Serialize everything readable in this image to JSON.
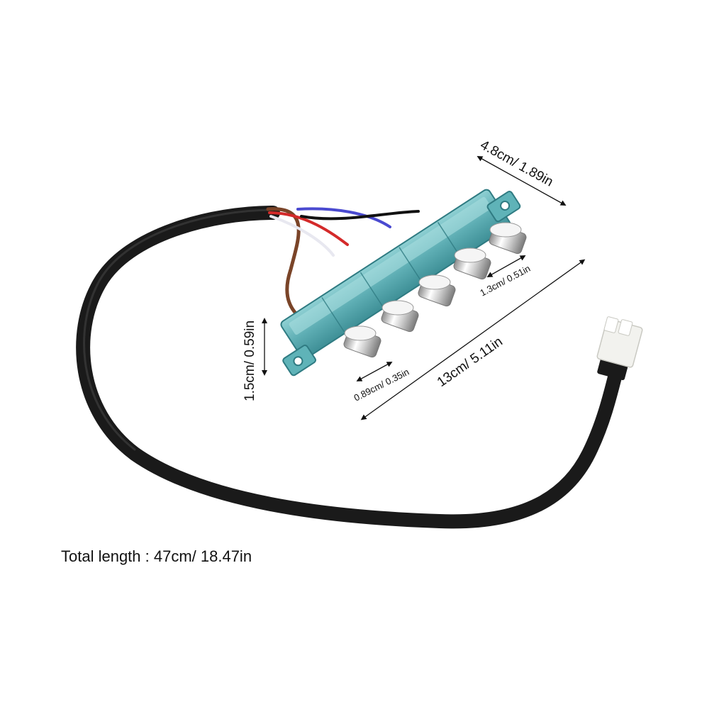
{
  "dimensions": {
    "board_width": "4.8cm/ 1.89in",
    "board_height": "1.5cm/ 0.59in",
    "button_spacing": "1.3cm/ 0.51in",
    "button_diameter": "0.89cm/ 0.35in",
    "board_length": "13cm/ 5.11in"
  },
  "total_length": "Total length : 47cm/ 18.47in",
  "colors": {
    "board": "#5fb3b8",
    "cable": "#1a1a1a",
    "wire_brown": "#7a4428",
    "wire_red": "#d42a2a",
    "wire_blue": "#4a4ad0",
    "wire_white": "#e8e8f0",
    "wire_black": "#111111",
    "connector": "#f2f2ee",
    "button_chrome": "#d8d8d8"
  }
}
